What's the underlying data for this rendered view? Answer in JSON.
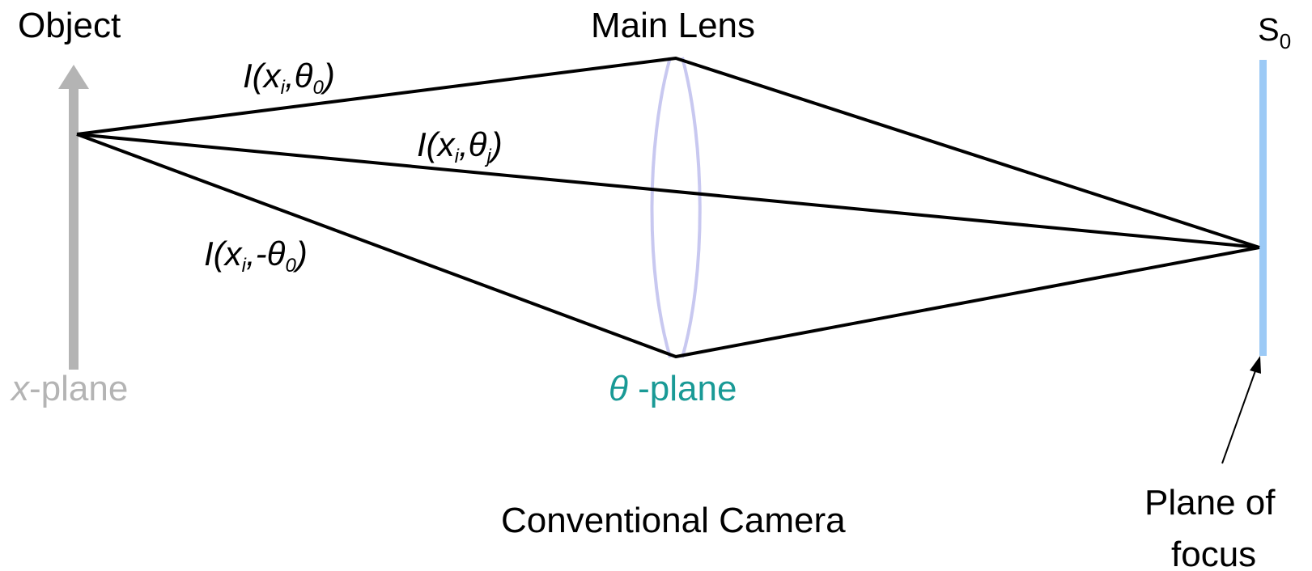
{
  "labels": {
    "object": "Object",
    "main_lens": "Main Lens",
    "sensor_s": "S",
    "sensor_sub": "0",
    "x_plane_var": "x",
    "x_plane_rest": "-plane",
    "theta_plane_var": "θ",
    "theta_plane_rest": " -plane",
    "caption": "Conventional Camera",
    "plane_of_focus_line1": "Plane of",
    "plane_of_focus_line2": "focus"
  },
  "rays": {
    "r1": {
      "fn": "I(x",
      "sub1": "i",
      "mid": ",θ",
      "sub2": "0",
      "end": ")"
    },
    "r2": {
      "fn": "I(x",
      "sub1": "i",
      "mid": ",θ",
      "sub2": "j",
      "end": ")"
    },
    "r3": {
      "fn": "I(x",
      "sub1": "i",
      "mid": ",-θ",
      "sub2": "0",
      "end": ")"
    }
  },
  "colors": {
    "ray": "#000000",
    "lens": "#c8c8f0",
    "x_plane": "#b4b4b4",
    "theta_plane_text": "#1a9a96",
    "sensor": "#9ccaf6"
  }
}
